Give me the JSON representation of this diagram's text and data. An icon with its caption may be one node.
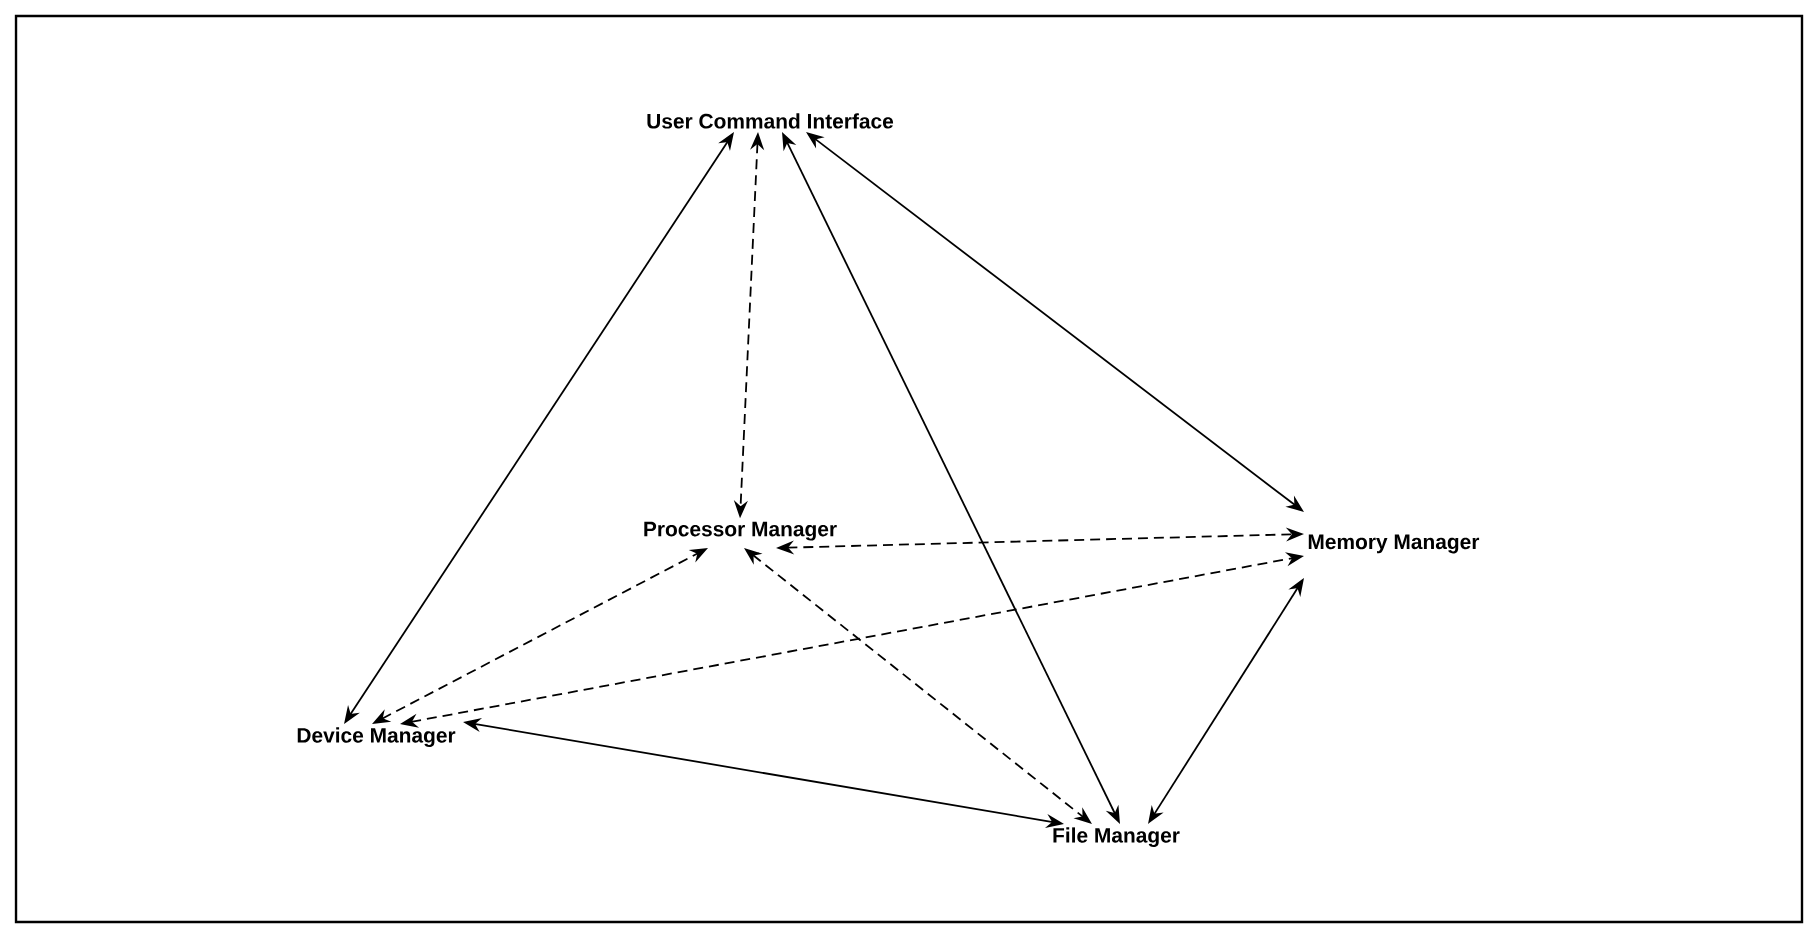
{
  "diagram": {
    "nodes": [
      {
        "text": [
          "User Command Interface"
        ]
      },
      {
        "text": [
          "Processor Manager"
        ]
      },
      {
        "text": [
          "Memory Manager"
        ]
      },
      {
        "text": [
          "Device Manager"
        ]
      },
      {
        "text": [
          "File Manager"
        ]
      }
    ],
    "edges": [
      {
        "from": 0,
        "to": 3,
        "arrow": "both"
      },
      {
        "from": 0,
        "to": 4,
        "arrow": "both"
      },
      {
        "from": 0,
        "to": 2,
        "arrow": "both"
      },
      {
        "from": 0,
        "to": 1,
        "arrow": "both",
        "style": "dashed"
      },
      {
        "from": 1,
        "to": 2,
        "arrow": "both",
        "style": "dashed"
      },
      {
        "from": 3,
        "to": 1,
        "arrow": "both",
        "style": "dashed"
      },
      {
        "from": 1,
        "to": 4,
        "arrow": "both",
        "style": "dashed"
      },
      {
        "from": 3,
        "to": 2,
        "arrow": "both",
        "style": "dashed"
      },
      {
        "from": 3,
        "to": 4,
        "arrow": "both"
      },
      {
        "from": 4,
        "to": 2,
        "arrow": "both"
      }
    ]
  }
}
